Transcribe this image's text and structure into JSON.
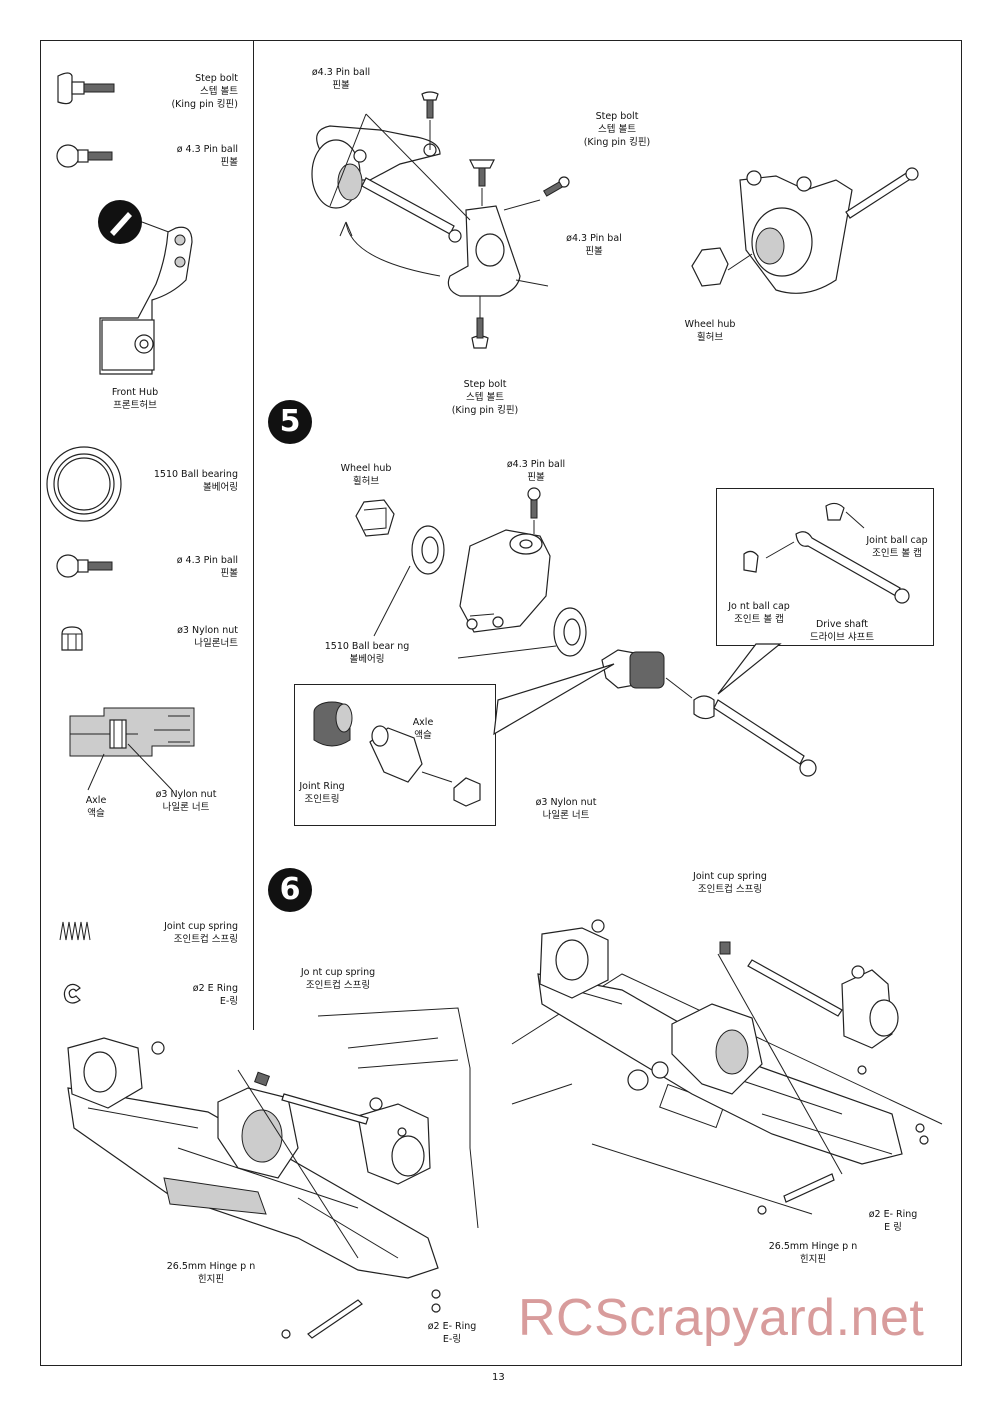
{
  "sidebar": {
    "items": [
      {
        "en": "Step bolt",
        "ko": "스텝 볼트",
        "note": "(King pin 킹핀)",
        "icon": "step-bolt-icon"
      },
      {
        "en": "ø 4.3  Pin ball",
        "ko": "핀볼",
        "icon": "pin-ball-icon"
      },
      {
        "en": "Front Hub",
        "ko": "프론트허브",
        "icon": "front-hub-icon"
      },
      {
        "en": "1510 Ball bearing",
        "ko": "볼베어링",
        "icon": "ball-bearing-icon"
      },
      {
        "en": "ø 4.3  Pin ball",
        "ko": "핀볼",
        "icon": "pin-ball-icon"
      },
      {
        "en": "ø3 Nylon nut",
        "ko": "나일론너트",
        "icon": "nylon-nut-icon"
      },
      {
        "en": "Joint cup spring",
        "ko": "조인트컵 스프링",
        "icon": "spring-icon"
      },
      {
        "en": "ø2 E  Ring",
        "ko": "E-링",
        "icon": "e-ring-icon"
      }
    ],
    "axle_detail": {
      "axle_en": "Axle",
      "axle_ko": "액슬",
      "nut_en": "ø3 Nylon nut",
      "nut_ko": "나일론 너트"
    }
  },
  "step4": {
    "pin_ball_top": {
      "en": "ø4.3 Pin ball",
      "ko": "핀볼"
    },
    "step_bolt_right": {
      "en": "Step bolt",
      "ko": "스텝 볼트",
      "note": "(King pin 킹핀)"
    },
    "pin_ball_mid": {
      "en": "ø4.3 Pin bal",
      "ko": "핀볼"
    },
    "step_bolt_bottom": {
      "en": "Step bolt",
      "ko": "스텝 볼트",
      "note": "(King pin 킹핀)"
    },
    "wheel_hub": {
      "en": "Wheel hub",
      "ko": "휠허브"
    }
  },
  "step5": {
    "number": "5",
    "wheel_hub": {
      "en": "Wheel hub",
      "ko": "휠허브"
    },
    "pin_ball": {
      "en": "ø4.3 Pin ball",
      "ko": "핀볼"
    },
    "bearing": {
      "en": "1510  Ball bear ng",
      "ko": "볼베어링"
    },
    "joint_ball_cap_a": {
      "en": "Jo nt ball cap",
      "ko": "조인트 볼 캡"
    },
    "joint_ball_cap_b": {
      "en": "Joint ball cap",
      "ko": "조인트 볼 캡"
    },
    "drive_shaft": {
      "en": "Drive shaft",
      "ko": "드라이브 샤프트"
    },
    "axle": {
      "en": "Axle",
      "ko": "액슬"
    },
    "joint_ring": {
      "en": "Joint Ring",
      "ko": "조인트링"
    },
    "nylon_nut": {
      "en": "ø3 Nylon nut",
      "ko": "나일론 너트"
    }
  },
  "step6": {
    "number": "6",
    "spring_left": {
      "en": "Jo nt cup spring",
      "ko": "조인트컵 스프링"
    },
    "spring_right": {
      "en": "Joint cup spring",
      "ko": "조인트컵 스프링"
    },
    "hinge_left": {
      "en": "26.5mm Hinge p n",
      "ko": "힌지핀"
    },
    "hinge_right": {
      "en": "26.5mm Hinge p n",
      "ko": "힌지핀"
    },
    "ering_left": {
      "en": "ø2 E- Ring",
      "ko": "E-링"
    },
    "ering_right": {
      "en": "ø2 E- Ring",
      "ko": "E 링"
    }
  },
  "footer": {
    "page_number": "13",
    "watermark": "RCScrapyard.net"
  }
}
